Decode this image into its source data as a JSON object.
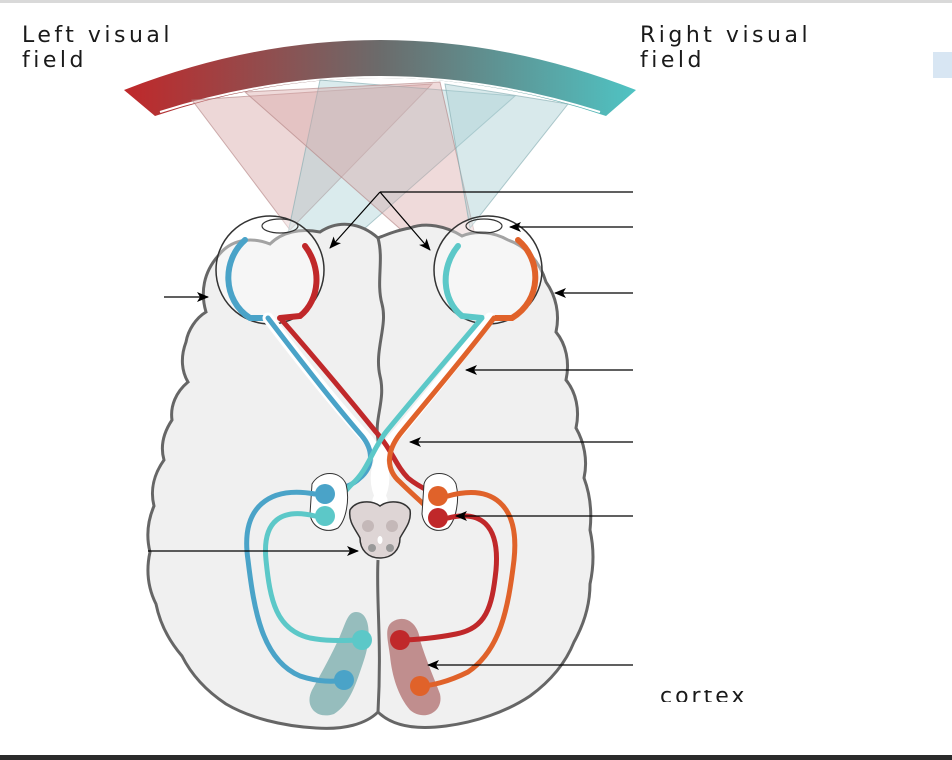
{
  "labels": {
    "left_visual_field": [
      "Left visual",
      "field"
    ],
    "right_visual_field": [
      "Right visual",
      "field"
    ],
    "cortex_partial": "cortex"
  },
  "colors": {
    "left_field": "#c0392b",
    "right_field": "#4fc3c3",
    "left_nasal_path": "#4aa3c8",
    "left_temporal_path": "#c0282a",
    "right_nasal_path": "#5cc8c8",
    "right_temporal_path": "#e0622a",
    "brain_fill": "#f0f0f0",
    "brain_outline": "#666666",
    "annotation_arrow": "#000000"
  },
  "icons": {
    "brain": "brain-outline-icon",
    "eye": "eye-icon",
    "arrow": "arrow-pointer-icon"
  }
}
